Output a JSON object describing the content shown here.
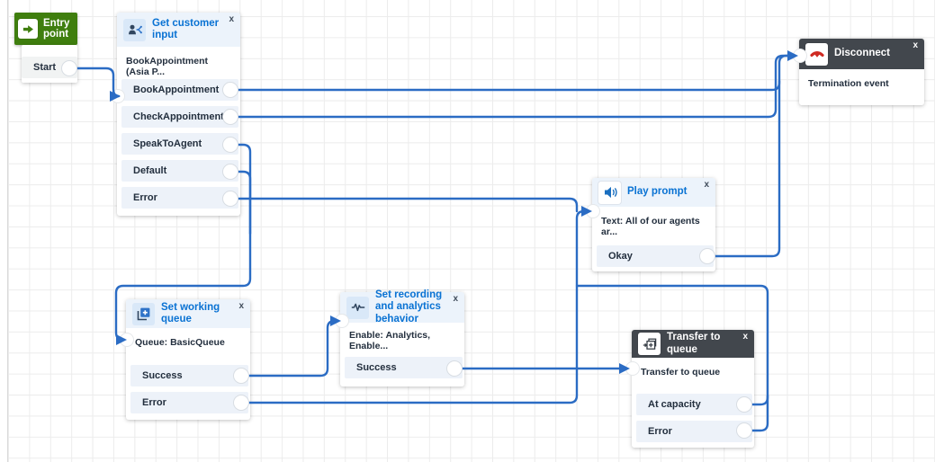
{
  "ui": {
    "close_glyph": "x"
  },
  "colors": {
    "wire_blue": "#2b6cc4",
    "accent_blue": "#0972d3",
    "header_light_bg": "#ecf3fb",
    "header_dark_bg": "#42474d",
    "entry_green": "#3f7e0e",
    "output_row_bg": "#edf2f9",
    "text_dark": "#232f3e",
    "disconnect_red": "#cf2b23"
  },
  "nodes": {
    "entry_point": {
      "title": "Entry point",
      "outputs": [
        "Start"
      ]
    },
    "get_customer_input": {
      "title": "Get customer input",
      "body": "BookAppointment (Asia P...",
      "outputs": [
        "BookAppointment",
        "CheckAppointment",
        "SpeakToAgent",
        "Default",
        "Error"
      ]
    },
    "disconnect": {
      "title": "Disconnect",
      "body": "Termination event"
    },
    "play_prompt": {
      "title": "Play prompt",
      "body": "Text: All of our agents ar...",
      "outputs": [
        "Okay"
      ]
    },
    "set_working_queue": {
      "title": "Set working queue",
      "body": "Queue: BasicQueue",
      "outputs": [
        "Success",
        "Error"
      ]
    },
    "set_recording": {
      "title": "Set recording and analytics behavior",
      "body": "Enable: Analytics, Enable...",
      "outputs": [
        "Success"
      ]
    },
    "transfer_to_queue": {
      "title": "Transfer to queue",
      "body": "Transfer to queue",
      "outputs": [
        "At capacity",
        "Error"
      ]
    }
  },
  "connections": [
    {
      "from": "Entry point",
      "output": "Start",
      "to": "Get customer input"
    },
    {
      "from": "Get customer input",
      "output": "BookAppointment",
      "to": "Disconnect"
    },
    {
      "from": "Get customer input",
      "output": "CheckAppointment",
      "to": "Disconnect"
    },
    {
      "from": "Get customer input",
      "output": "SpeakToAgent",
      "to": "Set working queue"
    },
    {
      "from": "Get customer input",
      "output": "Default",
      "to": "Set working queue"
    },
    {
      "from": "Get customer input",
      "output": "Error",
      "to": "Play prompt"
    },
    {
      "from": "Play prompt",
      "output": "Okay",
      "to": "Disconnect"
    },
    {
      "from": "Set working queue",
      "output": "Success",
      "to": "Set recording and analytics behavior"
    },
    {
      "from": "Set working queue",
      "output": "Error",
      "to": "Play prompt"
    },
    {
      "from": "Set recording and analytics behavior",
      "output": "Success",
      "to": "Transfer to queue"
    },
    {
      "from": "Transfer to queue",
      "output": "At capacity",
      "to": "Play prompt"
    },
    {
      "from": "Transfer to queue",
      "output": "Error",
      "to": "Play prompt"
    }
  ]
}
